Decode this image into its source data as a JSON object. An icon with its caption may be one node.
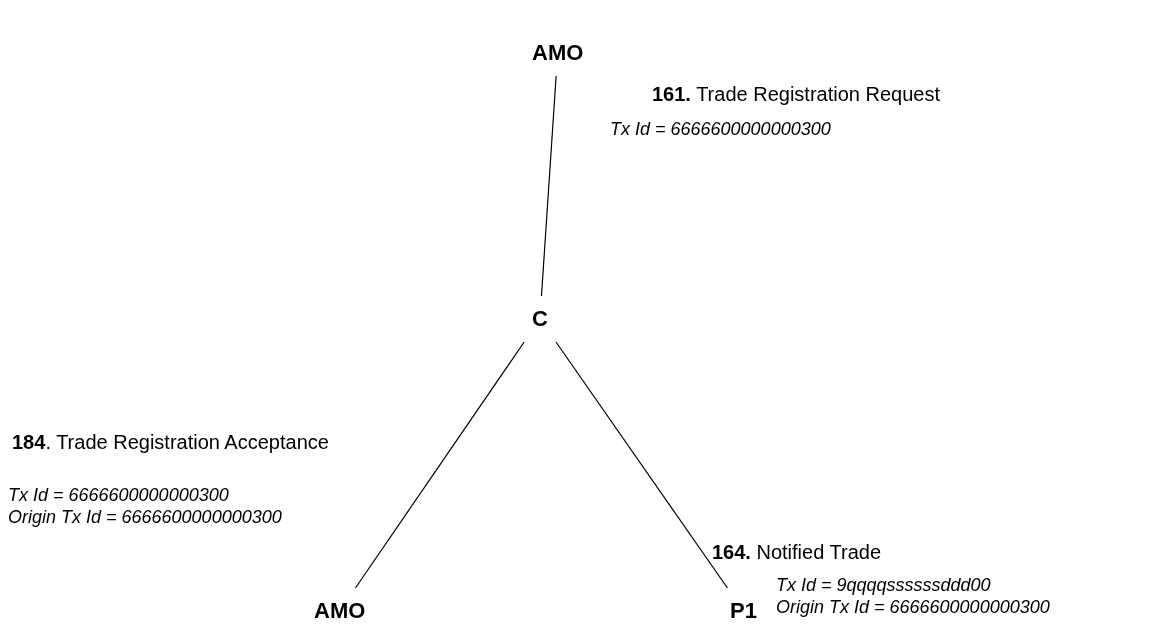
{
  "diagram": {
    "nodes": [
      {
        "text": [
          "AMO"
        ]
      },
      {
        "text": [
          "C"
        ]
      },
      {
        "text": [
          "AMO"
        ]
      },
      {
        "text": [
          "P1"
        ]
      }
    ],
    "edges": [
      {
        "from": 0,
        "to": 1,
        "arrow": "none"
      },
      {
        "from": 1,
        "to": 2,
        "arrow": "none"
      },
      {
        "from": 1,
        "to": 3,
        "arrow": "none"
      }
    ],
    "labels": [
      "**161.** Trade Registration Request",
      "Tx Id = 6666600000000300",
      "**184**. Trade Registration Acceptance",
      "Tx Id = 6666600000000300",
      "Origin Tx Id = 6666600000000300",
      "**164.** Notified Trade",
      "Tx Id = 9qqqqssssssddd00",
      "Origin Tx Id = 6666600000000300"
    ]
  }
}
